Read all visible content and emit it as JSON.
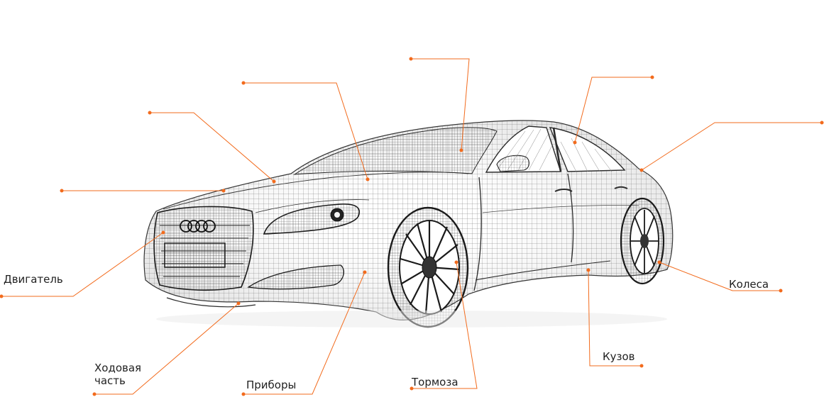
{
  "colors": {
    "accent": "#f26b1d",
    "wire": "#2a2a2a",
    "text": "#1f1f1f"
  },
  "labels": {
    "engine": "Двигатель",
    "chassis_line1": "Ходовая",
    "chassis_line2": "часть",
    "instruments": "Приборы",
    "brakes": "Тормоза",
    "body": "Кузов",
    "wheels": "Колеса"
  }
}
